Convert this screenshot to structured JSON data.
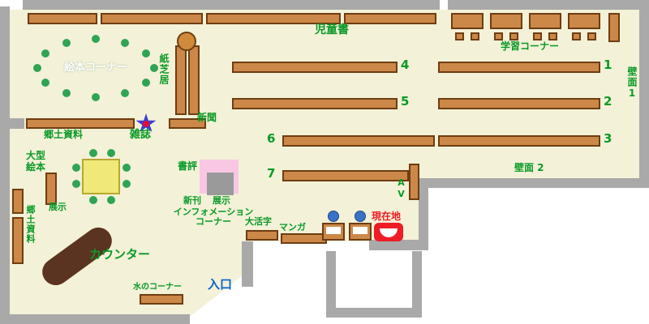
{
  "map": {
    "zones": {
      "kids_books": "児童書",
      "study_corner": "学習コーナー",
      "wall_face_1": "壁面1",
      "wall_face_2": "壁面 2",
      "picture_book_corner": "絵本コーナー",
      "kamishibai": "紙芝居",
      "newspaper": "新聞",
      "magazine": "雑誌",
      "local_materials": "郷土資料",
      "large_picture_books_line1": "大型",
      "large_picture_books_line2": "絵本",
      "exhibit_left": "展示",
      "local_materials_side": "郷土資料",
      "book_review": "書評",
      "new_books": "新刊",
      "exhibit_center": "展示",
      "information_line1": "インフォメーション",
      "information_line2": "コーナー",
      "large_print": "大活字",
      "manga": "マンガ",
      "av": "AV",
      "current_location": "現在地",
      "counter": "カウンター",
      "water_corner": "水のコーナー",
      "entrance": "入口"
    },
    "shelf_numbers": [
      "1",
      "2",
      "3",
      "4",
      "5",
      "6",
      "7"
    ],
    "colors": {
      "floor": "#f3f1d7",
      "wall": "#a9a9a9",
      "shelf": "#cc8848",
      "shelf_border": "#6e3d12",
      "counter": "#5a3420",
      "table_yellow": "#f0e878",
      "chair_green": "#2fa455",
      "label_green": "#0a9a28",
      "entrance_blue": "#0a62d0",
      "location_red": "#ee1c25",
      "display_pink": "#f9c6e4",
      "star_blue": "#3d3dd8",
      "round_table": "#d08a3c"
    }
  }
}
